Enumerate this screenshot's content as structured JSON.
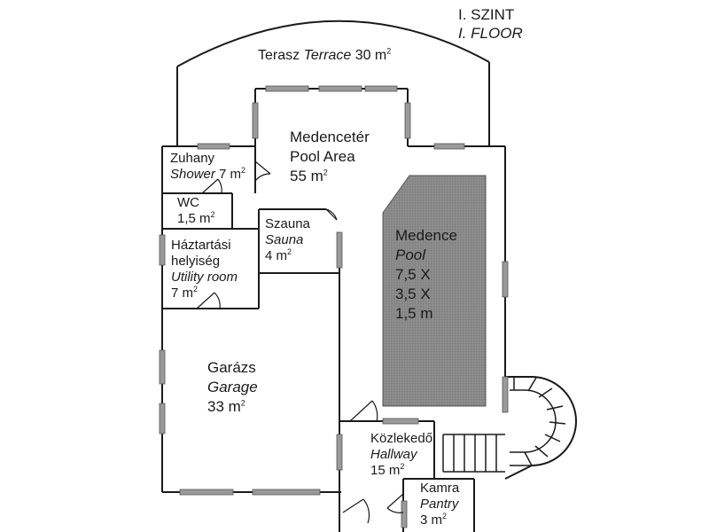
{
  "title": {
    "hu": "I. SZINT",
    "en": "I. FLOOR"
  },
  "rooms": {
    "terrace": {
      "hu": "Terasz",
      "en": "Terrace",
      "area": "30 m",
      "sup": "2"
    },
    "pool_area": {
      "hu": "Medencetér",
      "en": "Pool Area",
      "area": "55 m",
      "sup": "2"
    },
    "shower": {
      "hu": "Zuhany",
      "en": "Shower",
      "area": "7 m",
      "sup": "2"
    },
    "wc": {
      "hu": "WC",
      "area": "1,5 m",
      "sup": "2"
    },
    "sauna": {
      "hu": "Szauna",
      "en": "Sauna",
      "area": "4 m",
      "sup": "2"
    },
    "utility": {
      "hu1": "Háztartási",
      "hu2": "helyiség",
      "en": "Utility room",
      "area": "7 m",
      "sup": "2"
    },
    "pool": {
      "hu": "Medence",
      "en": "Pool",
      "dim1": "7,5 X",
      "dim2": "3,5 X",
      "dim3": "1,5 m"
    },
    "garage": {
      "hu": "Garázs",
      "en": "Garage",
      "area": "33 m",
      "sup": "2"
    },
    "hallway": {
      "hu": "Közlekedő",
      "en": "Hallway",
      "area": "15 m",
      "sup": "2"
    },
    "pantry": {
      "hu": "Kamra",
      "en": "Pantry",
      "area": "3 m",
      "sup": "2"
    }
  },
  "colors": {
    "wall": "#1a1a1a",
    "window": "#9a9a9a",
    "pool_fill": "#8c8c8c",
    "background": "#ffffff"
  }
}
